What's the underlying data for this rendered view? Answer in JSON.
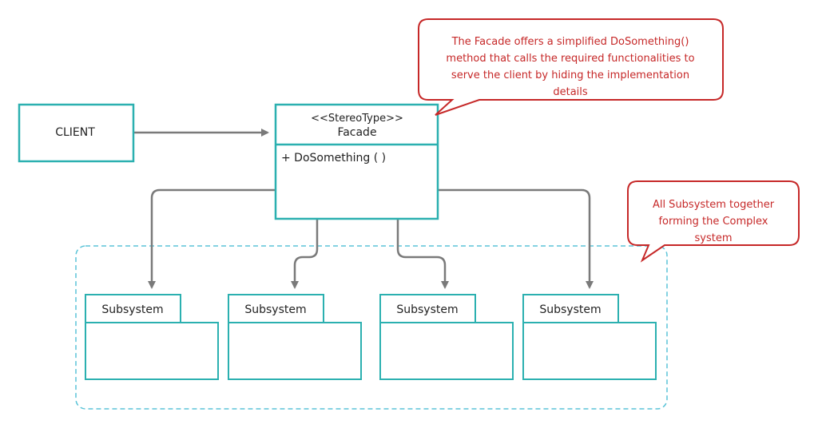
{
  "client": {
    "label": "CLIENT"
  },
  "facade": {
    "stereotype": "<<StereoType>>",
    "name": "Facade",
    "method": "+ DoSomething ( )"
  },
  "subsystems": [
    {
      "label": "Subsystem"
    },
    {
      "label": "Subsystem"
    },
    {
      "label": "Subsystem"
    },
    {
      "label": "Subsystem"
    }
  ],
  "callout_facade": {
    "lines": [
      "The Facade offers a simplified DoSomething()",
      "method that calls the required functionalities to",
      "serve the client by hiding the implementation",
      "details"
    ]
  },
  "callout_subsystems": {
    "lines": [
      "All Subsystem together",
      "forming the Complex",
      "system"
    ]
  },
  "colors": {
    "box_border": "#2bb0b0",
    "connector": "#7a7a7a",
    "callout": "#c62828",
    "group_border": "#5bc4d8"
  }
}
